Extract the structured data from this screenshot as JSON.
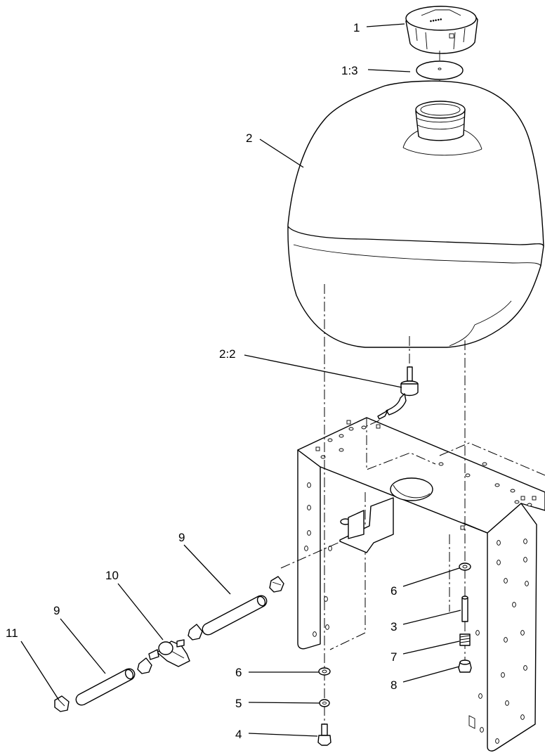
{
  "callouts": {
    "c1": "1",
    "c1_3": "1:3",
    "c2": "2",
    "c2_2": "2:2",
    "c9_upper": "9",
    "c10": "10",
    "c9_lower": "9",
    "c11": "11",
    "c6_upper": "6",
    "c3": "3",
    "c7": "7",
    "c8": "8",
    "c6_lower": "6",
    "c5": "5",
    "c4": "4"
  }
}
